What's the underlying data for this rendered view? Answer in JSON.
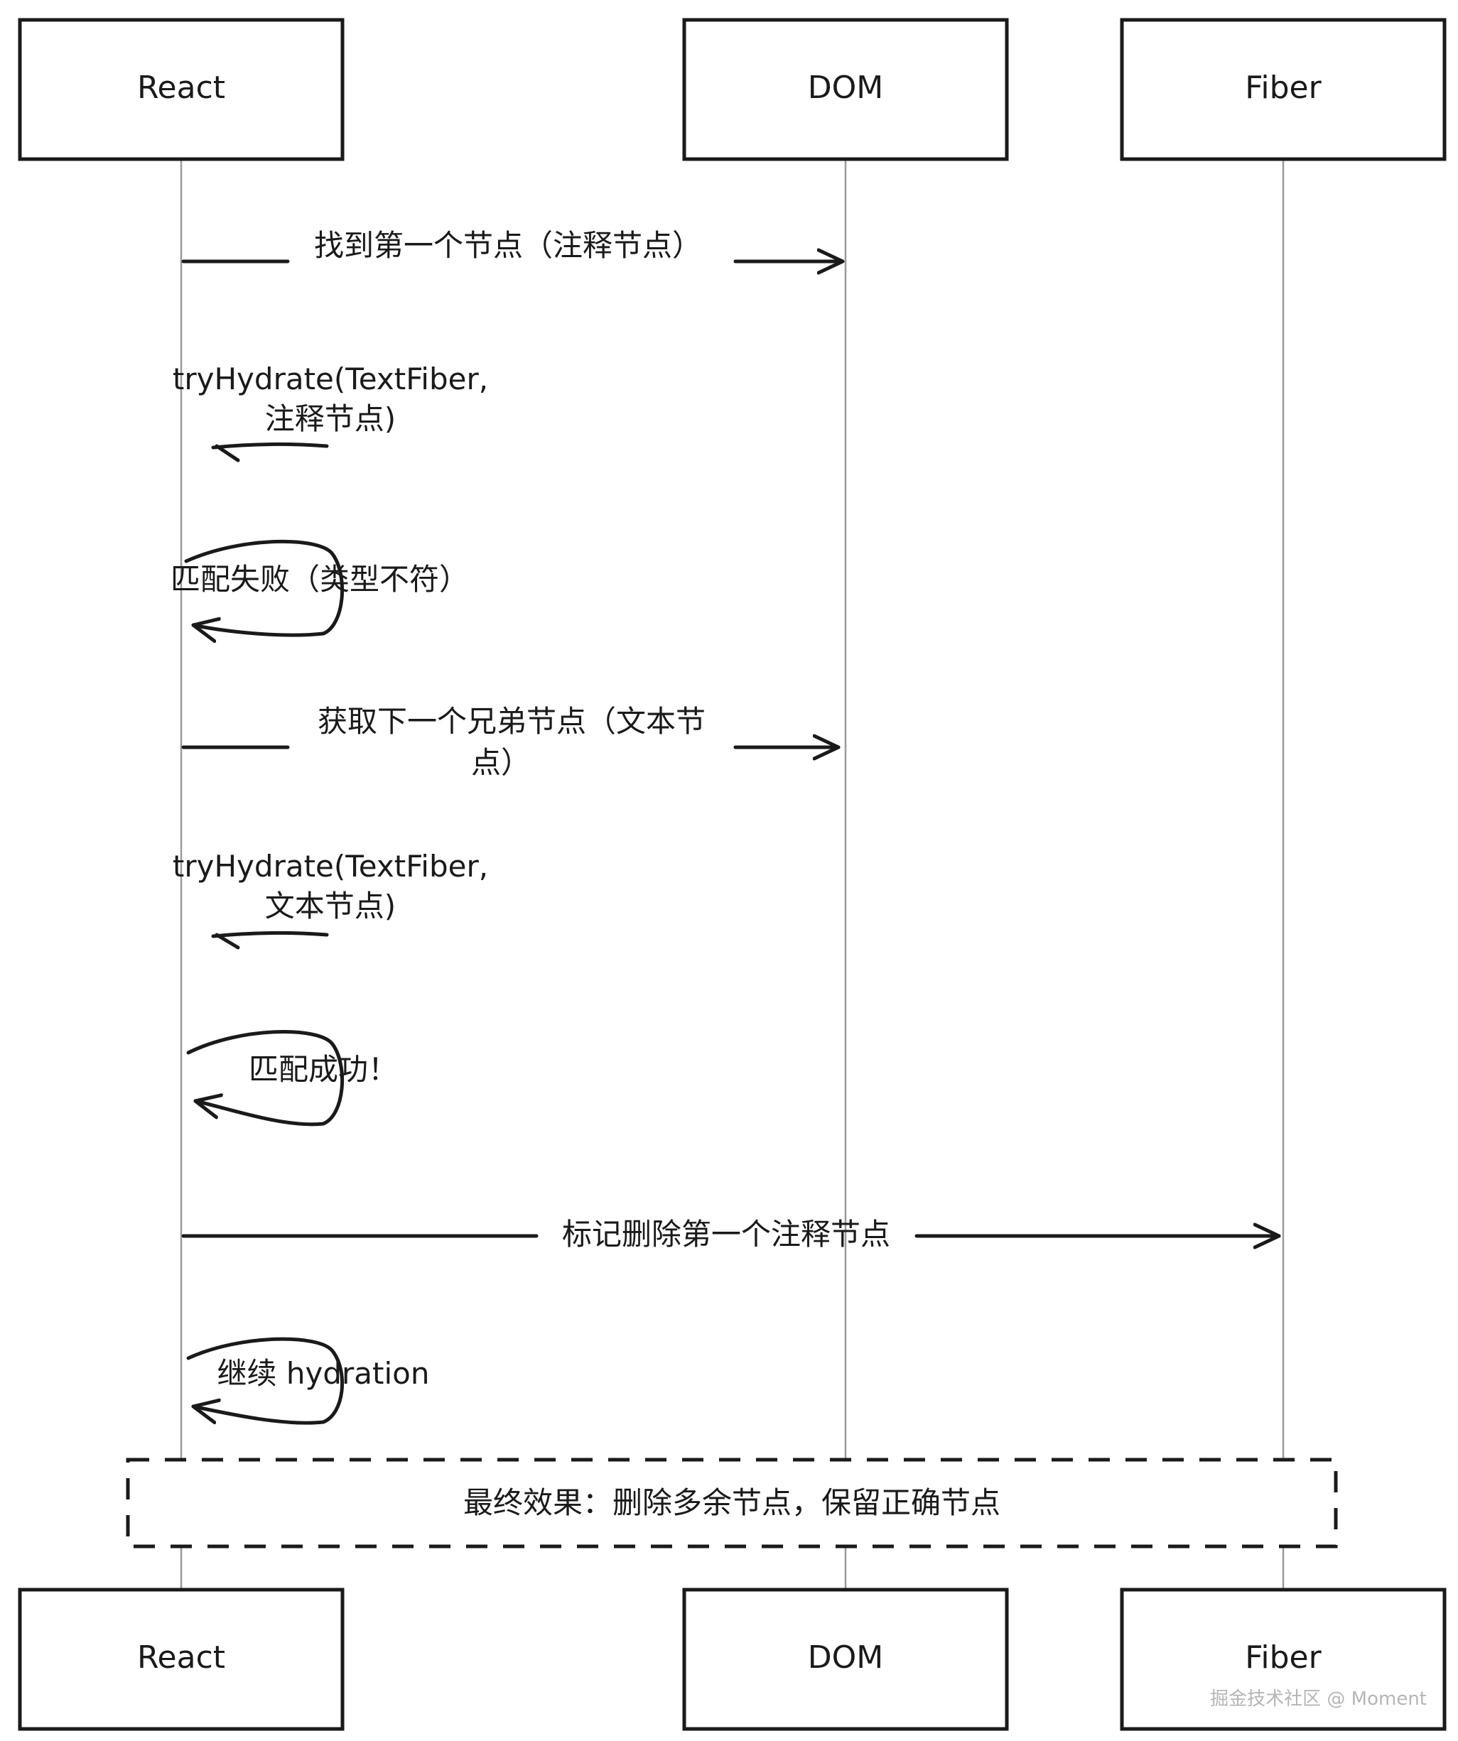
{
  "participants": [
    {
      "id": "react",
      "label": "React"
    },
    {
      "id": "dom",
      "label": "DOM"
    },
    {
      "id": "fiber",
      "label": "Fiber"
    }
  ],
  "messages": [
    {
      "from": "react",
      "to": "dom",
      "lines": [
        "找到第一个节点（注释节点）"
      ]
    },
    {
      "from": "react",
      "to": "react",
      "lines": [
        "tryHydrate(TextFiber,",
        "注释节点)"
      ]
    },
    {
      "from": "react",
      "to": "react",
      "lines": [
        "匹配失败（类型不符）"
      ]
    },
    {
      "from": "react",
      "to": "dom",
      "lines": [
        "获取下一个兄弟节点（文本节",
        "点）"
      ]
    },
    {
      "from": "react",
      "to": "react",
      "lines": [
        "tryHydrate(TextFiber,",
        "文本节点)"
      ]
    },
    {
      "from": "react",
      "to": "react",
      "lines": [
        "匹配成功！"
      ]
    },
    {
      "from": "react",
      "to": "fiber",
      "lines": [
        "标记删除第一个注释节点"
      ]
    },
    {
      "from": "react",
      "to": "react",
      "lines": [
        "继续 hydration"
      ]
    }
  ],
  "note": {
    "text": "最终效果：删除多余节点，保留正确节点"
  },
  "watermark": "掘金技术社区 @ Moment"
}
